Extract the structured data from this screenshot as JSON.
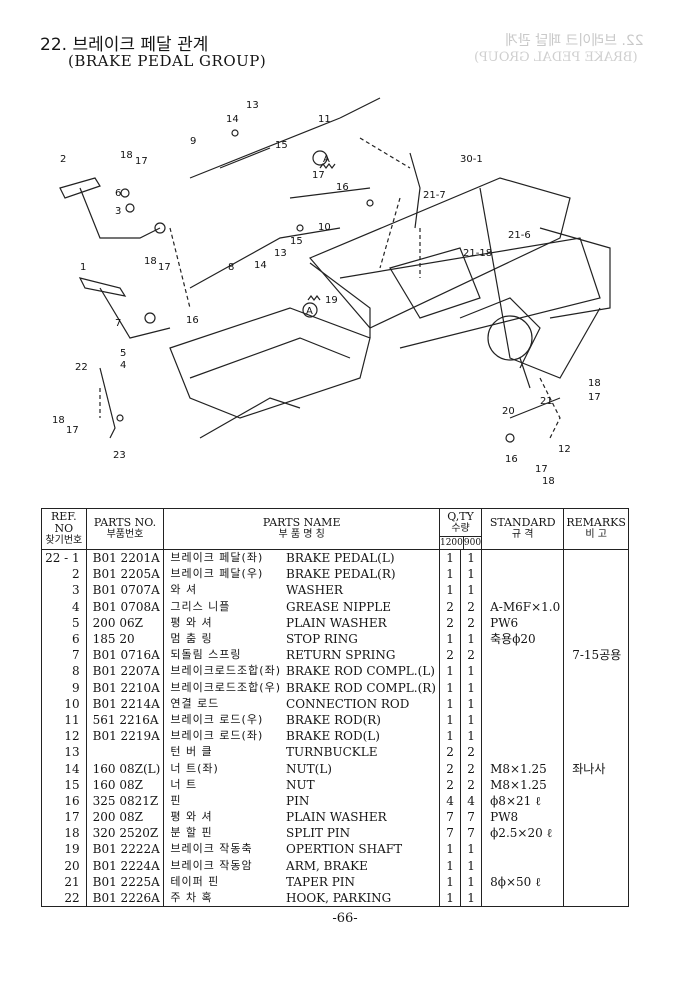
{
  "header": {
    "title": "22. 브레이크 페달 관계",
    "subtitle": "(BRAKE PEDAL GROUP)",
    "ghost_title": "22. 브레이크 페달 관계",
    "ghost_subtitle": "(BRAKE PEDAL GROUP)"
  },
  "diagram": {
    "callouts": [
      "13",
      "14",
      "11",
      "15",
      "9",
      "2",
      "18",
      "17",
      "6",
      "3",
      "A",
      "17",
      "16",
      "10",
      "21-7",
      "30-1",
      "21-6",
      "21-18",
      "8",
      "14",
      "13",
      "15",
      "19",
      "18",
      "17",
      "1",
      "7",
      "16",
      "5",
      "4",
      "A",
      "22",
      "18",
      "17",
      "23",
      "18",
      "17",
      "20",
      "21",
      "12",
      "16",
      "17",
      "18"
    ]
  },
  "table": {
    "headers": {
      "ref": "REF. NO",
      "ref_kr": "찾기번호",
      "parts": "PARTS NO.",
      "parts_kr": "부품번호",
      "name": "PARTS NAME",
      "name_kr": "부 품 명 칭",
      "qty": "Q,TY",
      "qty_kr": "수량",
      "qty_a": "1200",
      "qty_b": "900",
      "standard": "STANDARD",
      "standard_kr": "규 격",
      "remarks": "REMARKS",
      "remarks_kr": "비 고"
    },
    "rows": [
      {
        "ref": "22 - 1",
        "pn": "B01 2201A",
        "kr": "브레이크 페달(좌)",
        "en": "BRAKE PEDAL(L)",
        "q1": "1",
        "q2": "1",
        "std": "",
        "rem": ""
      },
      {
        "ref": "2",
        "pn": "B01 2205A",
        "kr": "브레이크 페달(우)",
        "en": "BRAKE PEDAL(R)",
        "q1": "1",
        "q2": "1",
        "std": "",
        "rem": ""
      },
      {
        "ref": "3",
        "pn": "B01 0707A",
        "kr": "와 셔",
        "en": "WASHER",
        "q1": "1",
        "q2": "1",
        "std": "",
        "rem": ""
      },
      {
        "ref": "4",
        "pn": "B01 0708A",
        "kr": "그리스 니플",
        "en": "GREASE NIPPLE",
        "q1": "2",
        "q2": "2",
        "std": "A-M6F×1.0",
        "rem": ""
      },
      {
        "ref": "5",
        "pn": "200 06Z",
        "kr": "평 와 셔",
        "en": "PLAIN WASHER",
        "q1": "2",
        "q2": "2",
        "std": "PW6",
        "rem": ""
      },
      {
        "ref": "6",
        "pn": "185 20",
        "kr": "멈 춤 링",
        "en": "STOP RING",
        "q1": "1",
        "q2": "1",
        "std": "축용ϕ20",
        "rem": ""
      },
      {
        "ref": "7",
        "pn": "B01 0716A",
        "kr": "되돌림 스프링",
        "en": "RETURN SPRING",
        "q1": "2",
        "q2": "2",
        "std": "",
        "rem": "7-15공용"
      },
      {
        "ref": "8",
        "pn": "B01 2207A",
        "kr": "브레이크로드조합(좌)",
        "en": "BRAKE ROD COMPL.(L)",
        "q1": "1",
        "q2": "1",
        "std": "",
        "rem": ""
      },
      {
        "ref": "9",
        "pn": "B01 2210A",
        "kr": "브레이크로드조합(우)",
        "en": "BRAKE ROD COMPL.(R)",
        "q1": "1",
        "q2": "1",
        "std": "",
        "rem": ""
      },
      {
        "ref": "10",
        "pn": "B01 2214A",
        "kr": "연결 로드",
        "en": "CONNECTION ROD",
        "q1": "1",
        "q2": "1",
        "std": "",
        "rem": ""
      },
      {
        "ref": "11",
        "pn": "561 2216A",
        "kr": "브레이크 로드(우)",
        "en": "BRAKE ROD(R)",
        "q1": "1",
        "q2": "1",
        "std": "",
        "rem": ""
      },
      {
        "ref": "12",
        "pn": "B01 2219A",
        "kr": "브레이크 로드(좌)",
        "en": "BRAKE ROD(L)",
        "q1": "1",
        "q2": "1",
        "std": "",
        "rem": ""
      },
      {
        "ref": "13",
        "pn": "",
        "kr": "턴 버 클",
        "en": "TURNBUCKLE",
        "q1": "2",
        "q2": "2",
        "std": "",
        "rem": ""
      },
      {
        "ref": "14",
        "pn": "160 08Z(L)",
        "kr": "너 트(좌)",
        "en": "NUT(L)",
        "q1": "2",
        "q2": "2",
        "std": "M8×1.25",
        "rem": "좌나사"
      },
      {
        "ref": "15",
        "pn": "160 08Z",
        "kr": "너 트",
        "en": "NUT",
        "q1": "2",
        "q2": "2",
        "std": "M8×1.25",
        "rem": ""
      },
      {
        "ref": "16",
        "pn": "325 0821Z",
        "kr": "핀",
        "en": "PIN",
        "q1": "4",
        "q2": "4",
        "std": "ϕ8×21 ℓ",
        "rem": ""
      },
      {
        "ref": "17",
        "pn": "200 08Z",
        "kr": "평 와 셔",
        "en": "PLAIN WASHER",
        "q1": "7",
        "q2": "7",
        "std": "PW8",
        "rem": ""
      },
      {
        "ref": "18",
        "pn": "320 2520Z",
        "kr": "분 할 핀",
        "en": "SPLIT PIN",
        "q1": "7",
        "q2": "7",
        "std": "ϕ2.5×20 ℓ",
        "rem": ""
      },
      {
        "ref": "19",
        "pn": "B01 2222A",
        "kr": "브레이크 작동축",
        "en": "OPERTION SHAFT",
        "q1": "1",
        "q2": "1",
        "std": "",
        "rem": ""
      },
      {
        "ref": "20",
        "pn": "B01 2224A",
        "kr": "브레이크 작동암",
        "en": "ARM, BRAKE",
        "q1": "1",
        "q2": "1",
        "std": "",
        "rem": ""
      },
      {
        "ref": "21",
        "pn": "B01 2225A",
        "kr": "테이퍼 핀",
        "en": "TAPER PIN",
        "q1": "1",
        "q2": "1",
        "std": "8ϕ×50 ℓ",
        "rem": ""
      },
      {
        "ref": "22",
        "pn": "B01 2226A",
        "kr": "주 차 혹",
        "en": "HOOK, PARKING",
        "q1": "1",
        "q2": "1",
        "std": "",
        "rem": ""
      }
    ]
  },
  "footer": {
    "page": "-66-"
  }
}
